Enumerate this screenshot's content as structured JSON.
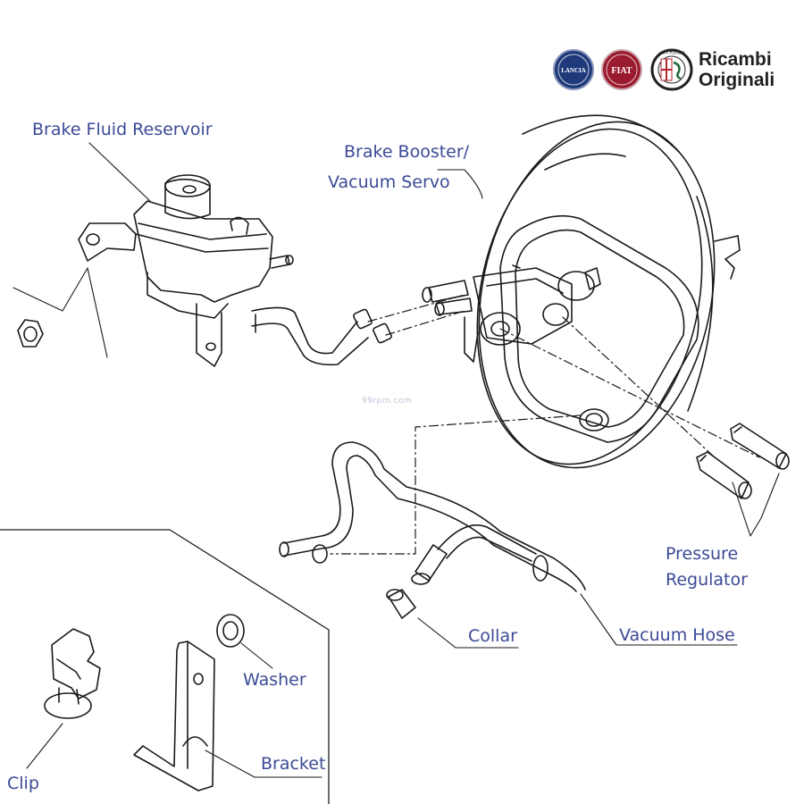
{
  "branding": {
    "logos": [
      {
        "name": "lancia-logo",
        "text": "LANCIA"
      },
      {
        "name": "fiat-logo",
        "text": "FIAT"
      },
      {
        "name": "alfa-romeo-logo",
        "text": "ALFA ROMEO"
      }
    ],
    "line1": "Ricambi",
    "line2": "Originali",
    "watermark": "99rpm.com"
  },
  "labels": {
    "brake_fluid_reservoir": "Brake Fluid Reservoir",
    "brake_booster_line1": "Brake Booster/",
    "brake_booster_line2": "Vacuum Servo",
    "pressure_regulator_line1": "Pressure",
    "pressure_regulator_line2": "Regulator",
    "collar": "Collar",
    "vacuum_hose": "Vacuum Hose",
    "washer": "Washer",
    "bracket": "Bracket",
    "clip": "Clip"
  },
  "colors": {
    "label_text": "#3b4a96",
    "line_art": "#1a1a1a",
    "lancia_blue": "#1f3a7a",
    "fiat_red": "#9b1b2e",
    "alfa_green": "#1d6b3a"
  }
}
